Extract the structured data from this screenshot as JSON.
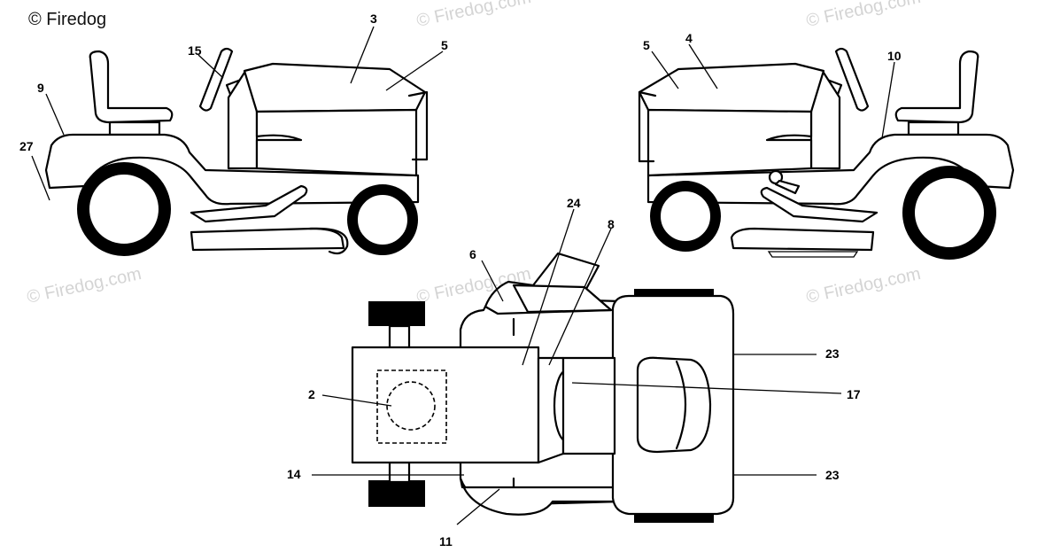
{
  "watermark": {
    "corner": "© Firedog",
    "text": "© Firedog.com"
  },
  "callouts": {
    "c2": "2",
    "c3": "3",
    "c4": "4",
    "c5a": "5",
    "c5b": "5",
    "c6": "6",
    "c8": "8",
    "c9": "9",
    "c10": "10",
    "c11": "11",
    "c14": "14",
    "c15": "15",
    "c17": "17",
    "c23a": "23",
    "c23b": "23",
    "c24": "24",
    "c27": "27"
  }
}
